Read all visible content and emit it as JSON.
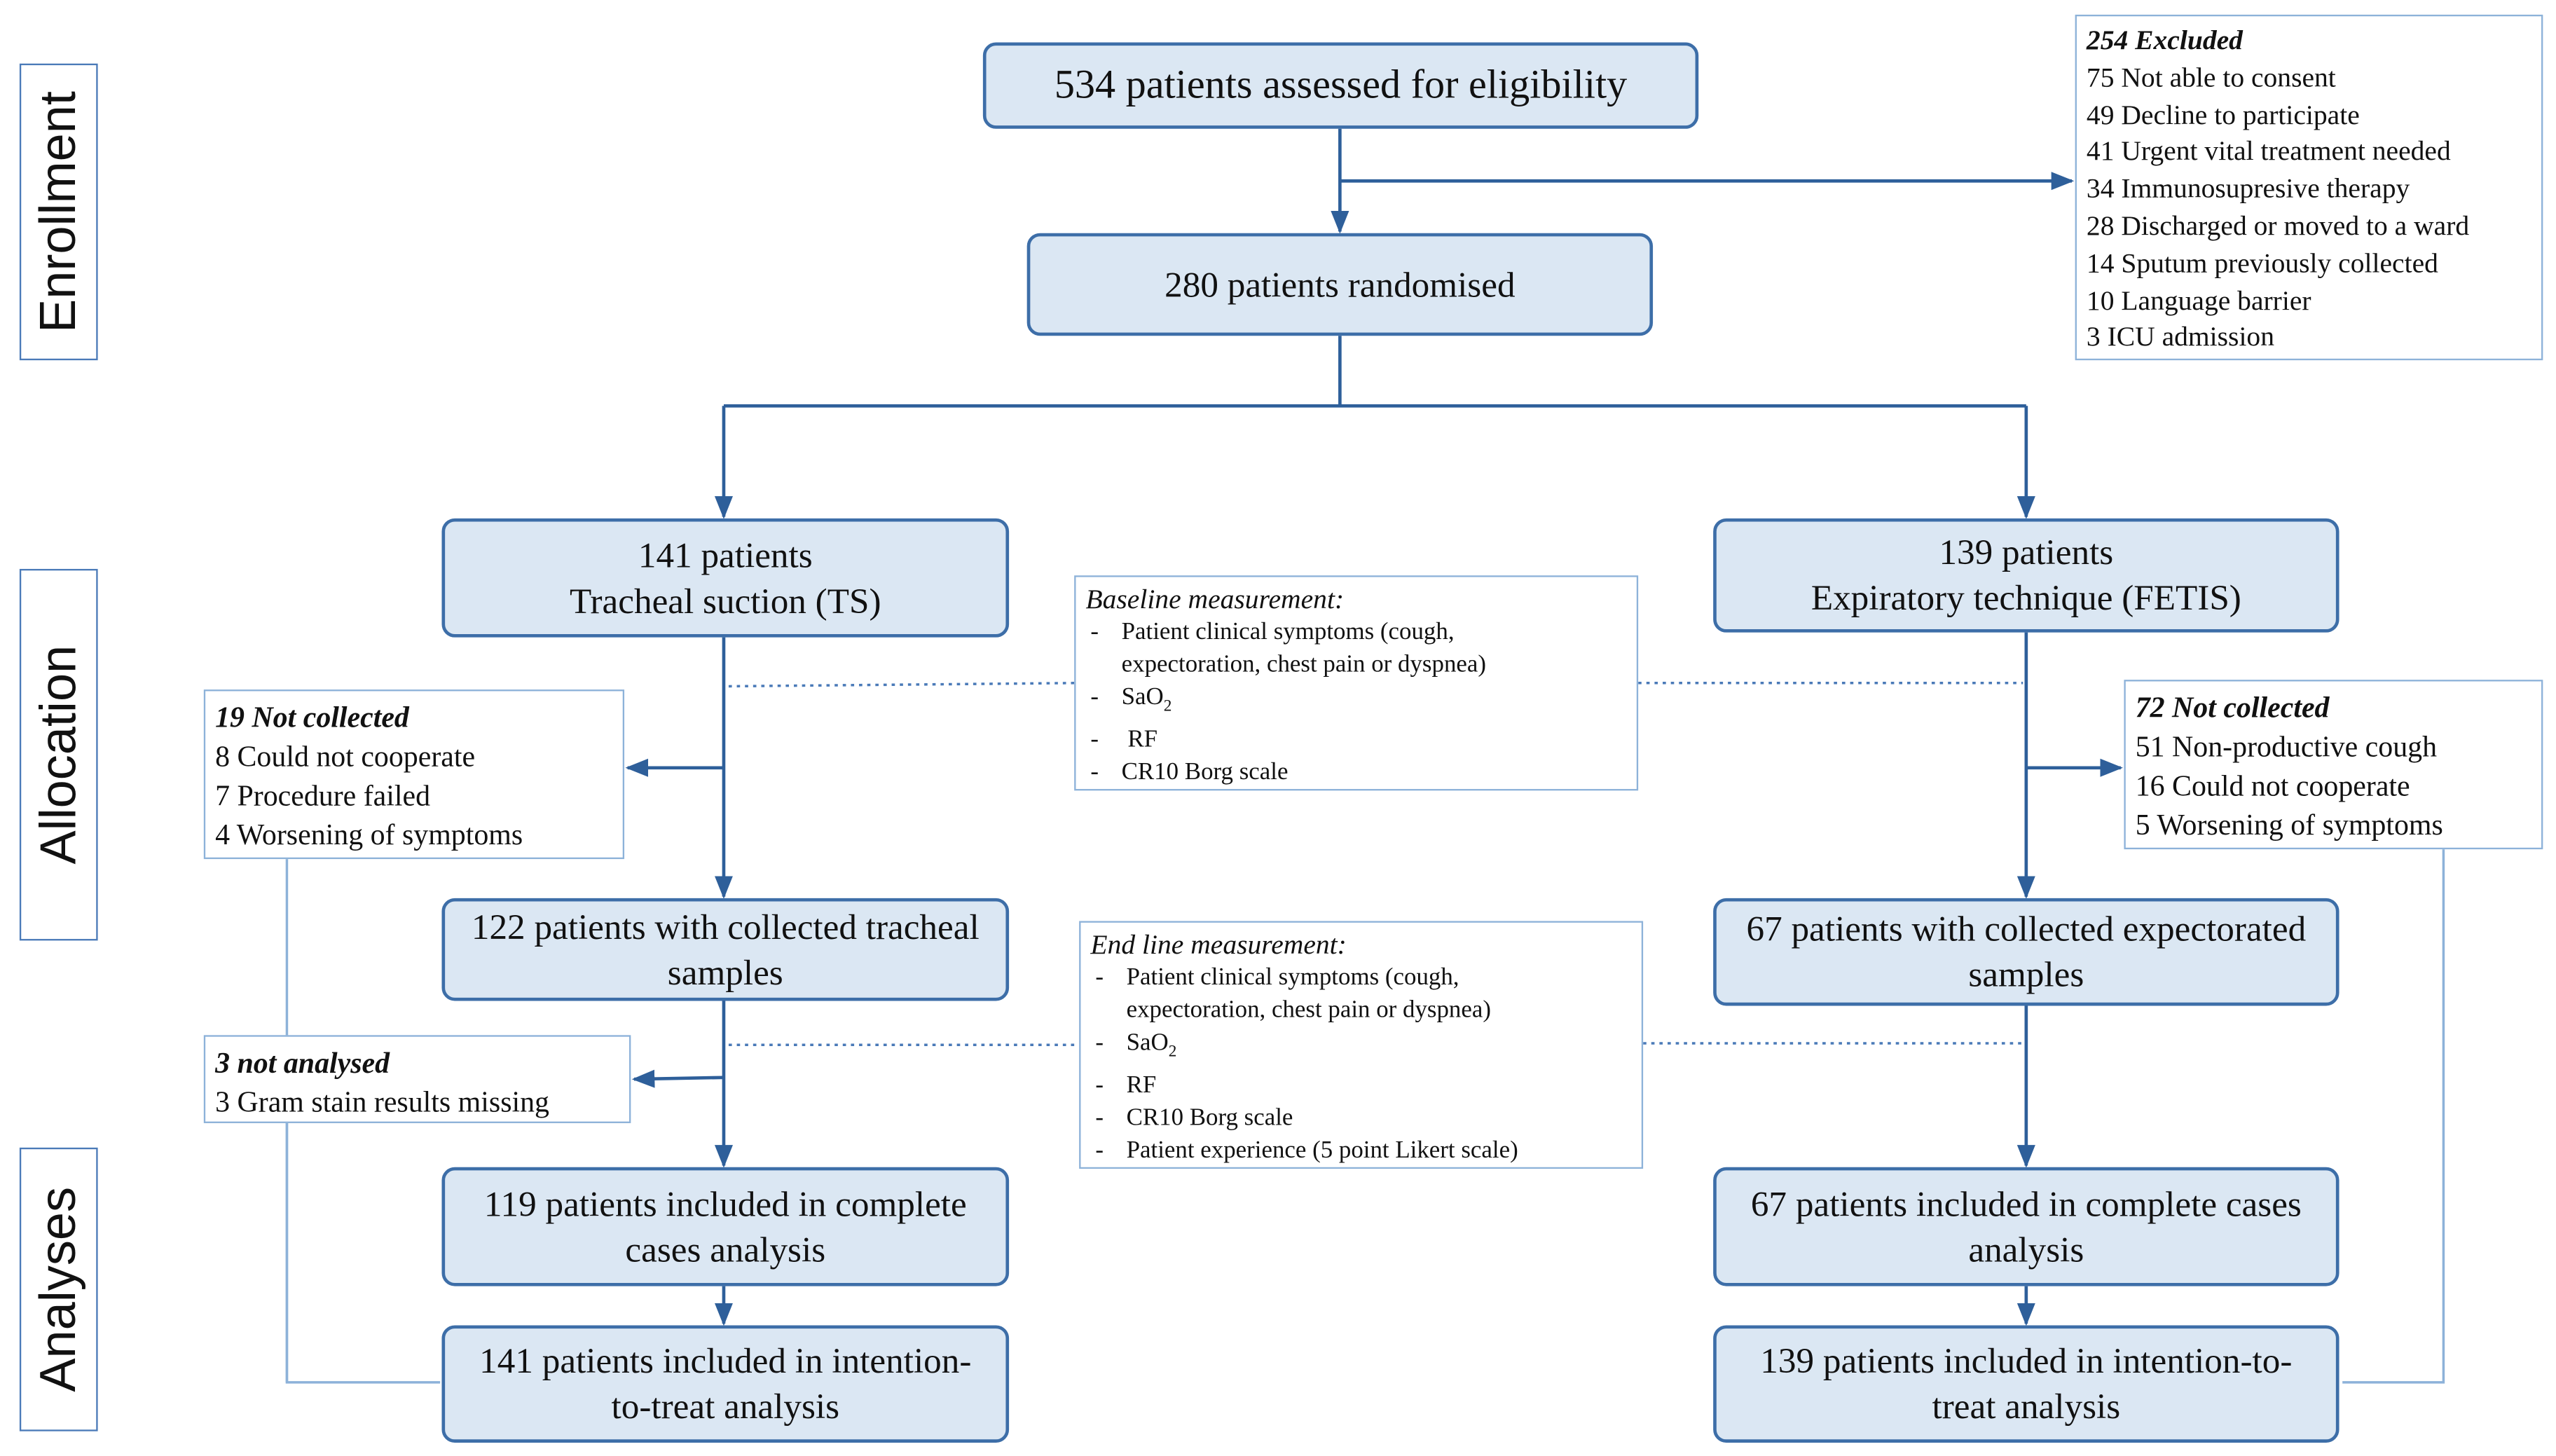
{
  "phases": {
    "enrollment": "Enrollment",
    "allocation": "Allocation",
    "analyses": "Analyses"
  },
  "assessed": "534 patients assessed for eligibility",
  "randomised": "280 patients randomised",
  "excluded": {
    "header": "254 Excluded",
    "items": [
      "75 Not able to consent",
      "49 Decline to participate",
      "41 Urgent vital treatment needed",
      "34 Immunosupresive therapy",
      "28 Discharged or moved to a ward",
      "14 Sputum previously collected",
      "10 Language barrier",
      "3 ICU admission"
    ]
  },
  "ts_arm": {
    "alloc_line1": "141 patients",
    "alloc_line2": "Tracheal suction (TS)",
    "not_collected": {
      "header": "19 Not collected",
      "items": [
        "8 Could not cooperate",
        "7 Procedure failed",
        "4 Worsening of symptoms"
      ]
    },
    "collected_line1": "122 patients with collected tracheal",
    "collected_line2": "samples",
    "not_analysed": {
      "header": "3 not analysed",
      "items": [
        "3 Gram stain results missing"
      ]
    },
    "complete_line1": "119 patients included in complete",
    "complete_line2": "cases analysis",
    "itt_line1": "141 patients included in intention-",
    "itt_line2": "to-treat analysis"
  },
  "fetis_arm": {
    "alloc_line1": "139 patients",
    "alloc_line2": "Expiratory technique (FETIS)",
    "not_collected": {
      "header": "72 Not collected",
      "items": [
        "51 Non-productive cough",
        "16 Could not cooperate",
        "5 Worsening of symptoms"
      ]
    },
    "collected_line1": "67 patients with collected expectorated",
    "collected_line2": "samples",
    "complete_line1": "67 patients included in complete cases",
    "complete_line2": "analysis",
    "itt_line1": "139 patients included in intention-to-",
    "itt_line2": "treat analysis"
  },
  "baseline": {
    "header": "Baseline measurement:",
    "symptoms_1": "Patient clinical symptoms (cough,",
    "symptoms_2": "expectoration, chest pain or dyspnea)",
    "sao2_main": "SaO",
    "sao2_sub": "2",
    "rf": "RF",
    "borg": "CR10 Borg scale"
  },
  "endline": {
    "header": "End line measurement:",
    "symptoms_1": "Patient clinical symptoms (cough,",
    "symptoms_2": "expectoration, chest pain or dyspnea)",
    "sao2_main": "SaO",
    "sao2_sub": "2",
    "rf": "RF",
    "borg": "CR10 Borg scale",
    "experience": "Patient experience (5 point Likert scale)"
  },
  "colors": {
    "box_fill": "#dbe7f3",
    "box_border": "#3d6ea8",
    "connector": "#2e5f9a",
    "note_border": "#8db2d9"
  }
}
